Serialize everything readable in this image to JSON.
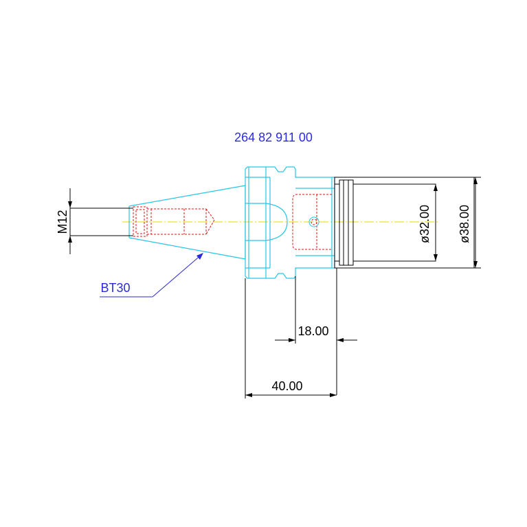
{
  "part_number": "264 82 911 00",
  "taper_label": "BT30",
  "thread_label": "M12",
  "dimensions": {
    "flange_to_body": "18.00",
    "total_gauge": "40.00",
    "inner_diameter": "ø32.00",
    "outer_diameter": "ø38.00"
  },
  "colors": {
    "outline": "#25c6e6",
    "hidden": "#e01010",
    "centerline": "#e8d800",
    "annotation": "#2b2bd9",
    "dimension": "#000000"
  }
}
